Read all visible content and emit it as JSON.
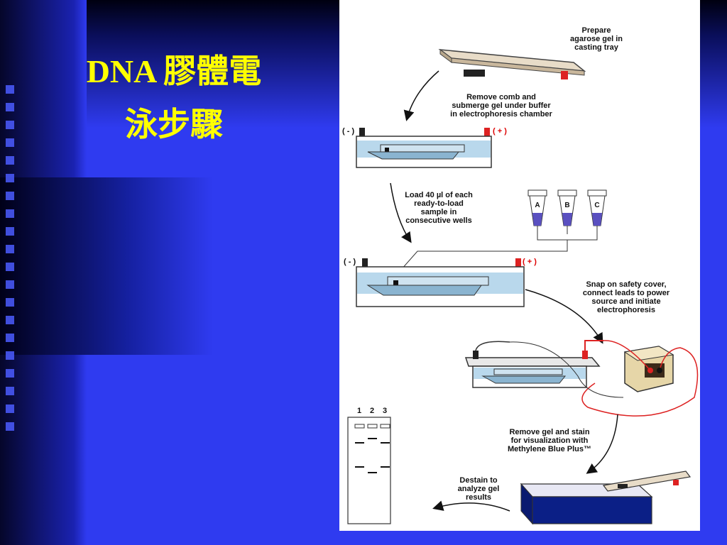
{
  "slide": {
    "title_line1": "DNA 膠體電",
    "title_line2": "泳步驟"
  },
  "diagram": {
    "step1": [
      "Prepare",
      "agarose gel in",
      "casting tray"
    ],
    "step2": [
      "Remove comb and",
      "submerge gel under buffer",
      "in electrophoresis chamber"
    ],
    "step3": [
      "Load 40 µl of each",
      "ready-to-load",
      "sample in",
      "consecutive wells"
    ],
    "step4": [
      "Snap on safety cover,",
      "connect leads to power",
      "source and initiate",
      "electrophoresis"
    ],
    "step5": [
      "Remove gel and stain",
      "for visualization with",
      "Methylene Blue Plus™"
    ],
    "step6": [
      "Destain to",
      "analyze gel",
      "results"
    ],
    "neg_label": "( - )",
    "pos_label": "( + )",
    "tube_labels": [
      "A",
      "B",
      "C"
    ],
    "lane_labels": [
      "1",
      "2",
      "3"
    ]
  }
}
